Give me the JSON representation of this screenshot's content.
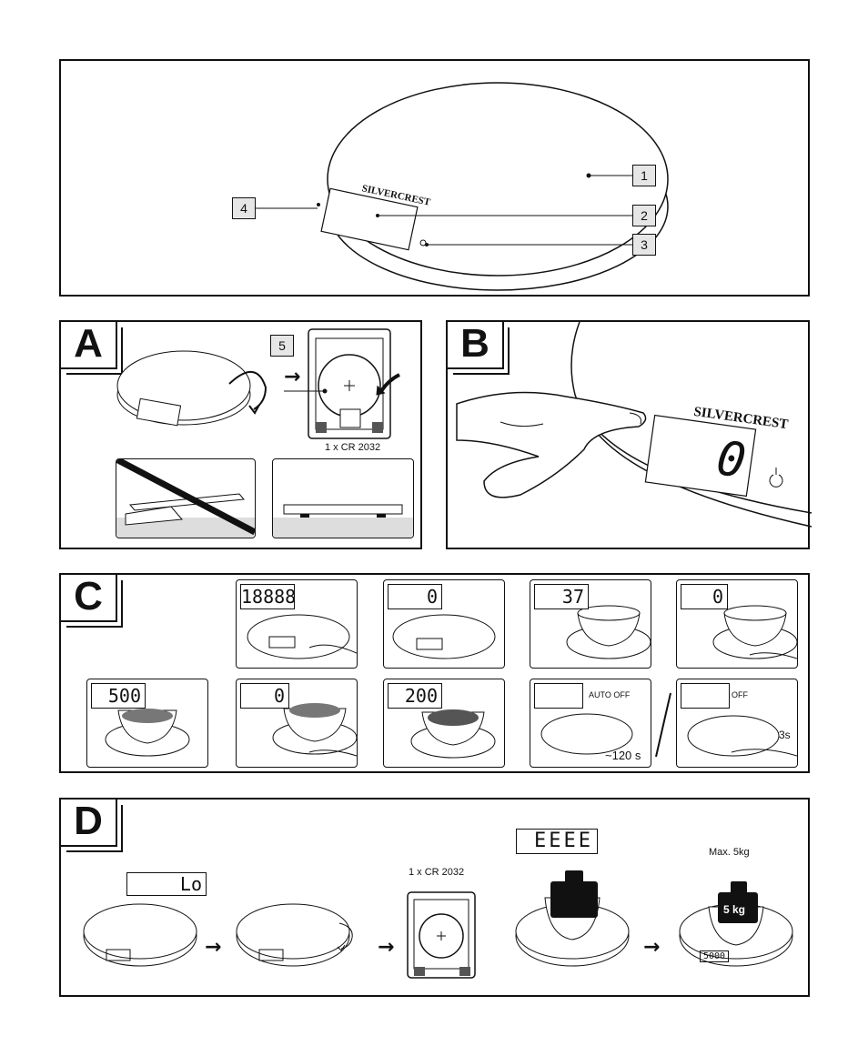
{
  "overview": {
    "brand": "SILVERCREST",
    "callouts": [
      "1",
      "2",
      "3",
      "4"
    ]
  },
  "panel_a": {
    "label": "A",
    "callout": "5",
    "battery": "1 x CR 2032"
  },
  "panel_b": {
    "label": "B",
    "brand": "SILVERCREST",
    "display": "0"
  },
  "panel_c": {
    "label": "C",
    "steps": [
      {
        "display": "18888"
      },
      {
        "display": "0"
      },
      {
        "display": "37"
      },
      {
        "display": "0"
      },
      {
        "display": "500"
      },
      {
        "display": "0"
      },
      {
        "display": "200"
      },
      {
        "display": "",
        "caption": "AUTO OFF",
        "time": "~120 s"
      },
      {
        "display": "",
        "caption": "OFF",
        "time": "3s"
      }
    ]
  },
  "panel_d": {
    "label": "D",
    "low_display": "Lo",
    "battery": "1 x CR 2032",
    "error_display": "EEEE",
    "max_label": "Max. 5kg",
    "weight_label": "5 kg",
    "result_display": "5000"
  },
  "icons": {
    "arrow": "right-arrow-icon",
    "rotate": "rotate-arrow-icon",
    "power": "power-icon"
  }
}
